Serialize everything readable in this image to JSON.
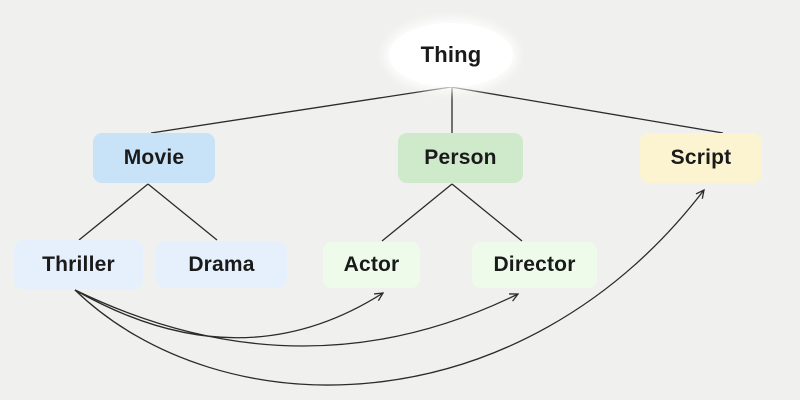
{
  "diagram": {
    "type": "hierarchy-tree",
    "root": "Thing",
    "nodes": {
      "thing": {
        "label": "Thing",
        "shape": "ellipse",
        "fill": "#ffffff"
      },
      "movie": {
        "label": "Movie",
        "shape": "rounded-rect",
        "fill": "#c8e2f7"
      },
      "person": {
        "label": "Person",
        "shape": "rounded-rect",
        "fill": "#cfe9cb"
      },
      "script": {
        "label": "Script",
        "shape": "rounded-rect",
        "fill": "#fcf3d1"
      },
      "thriller": {
        "label": "Thriller",
        "shape": "rounded-rect",
        "fill": "#e6f0fc"
      },
      "drama": {
        "label": "Drama",
        "shape": "rounded-rect",
        "fill": "#e6f0fc"
      },
      "actor": {
        "label": "Actor",
        "shape": "rounded-rect",
        "fill": "#eefbea"
      },
      "director": {
        "label": "Director",
        "shape": "rounded-rect",
        "fill": "#eefbea"
      }
    },
    "edges": [
      {
        "from": "Thing",
        "to": "Movie",
        "style": "line"
      },
      {
        "from": "Thing",
        "to": "Person",
        "style": "line"
      },
      {
        "from": "Thing",
        "to": "Script",
        "style": "line"
      },
      {
        "from": "Movie",
        "to": "Thriller",
        "style": "line"
      },
      {
        "from": "Movie",
        "to": "Drama",
        "style": "line"
      },
      {
        "from": "Person",
        "to": "Actor",
        "style": "line"
      },
      {
        "from": "Person",
        "to": "Director",
        "style": "line"
      },
      {
        "from": "Thriller",
        "to": "Actor",
        "style": "curved-arrow"
      },
      {
        "from": "Thriller",
        "to": "Director",
        "style": "curved-arrow"
      },
      {
        "from": "Thriller",
        "to": "Script",
        "style": "curved-arrow"
      }
    ],
    "colors": {
      "background": "#f0f0ee",
      "line": "#2b2b2b",
      "text": "#1a1a1a"
    }
  }
}
